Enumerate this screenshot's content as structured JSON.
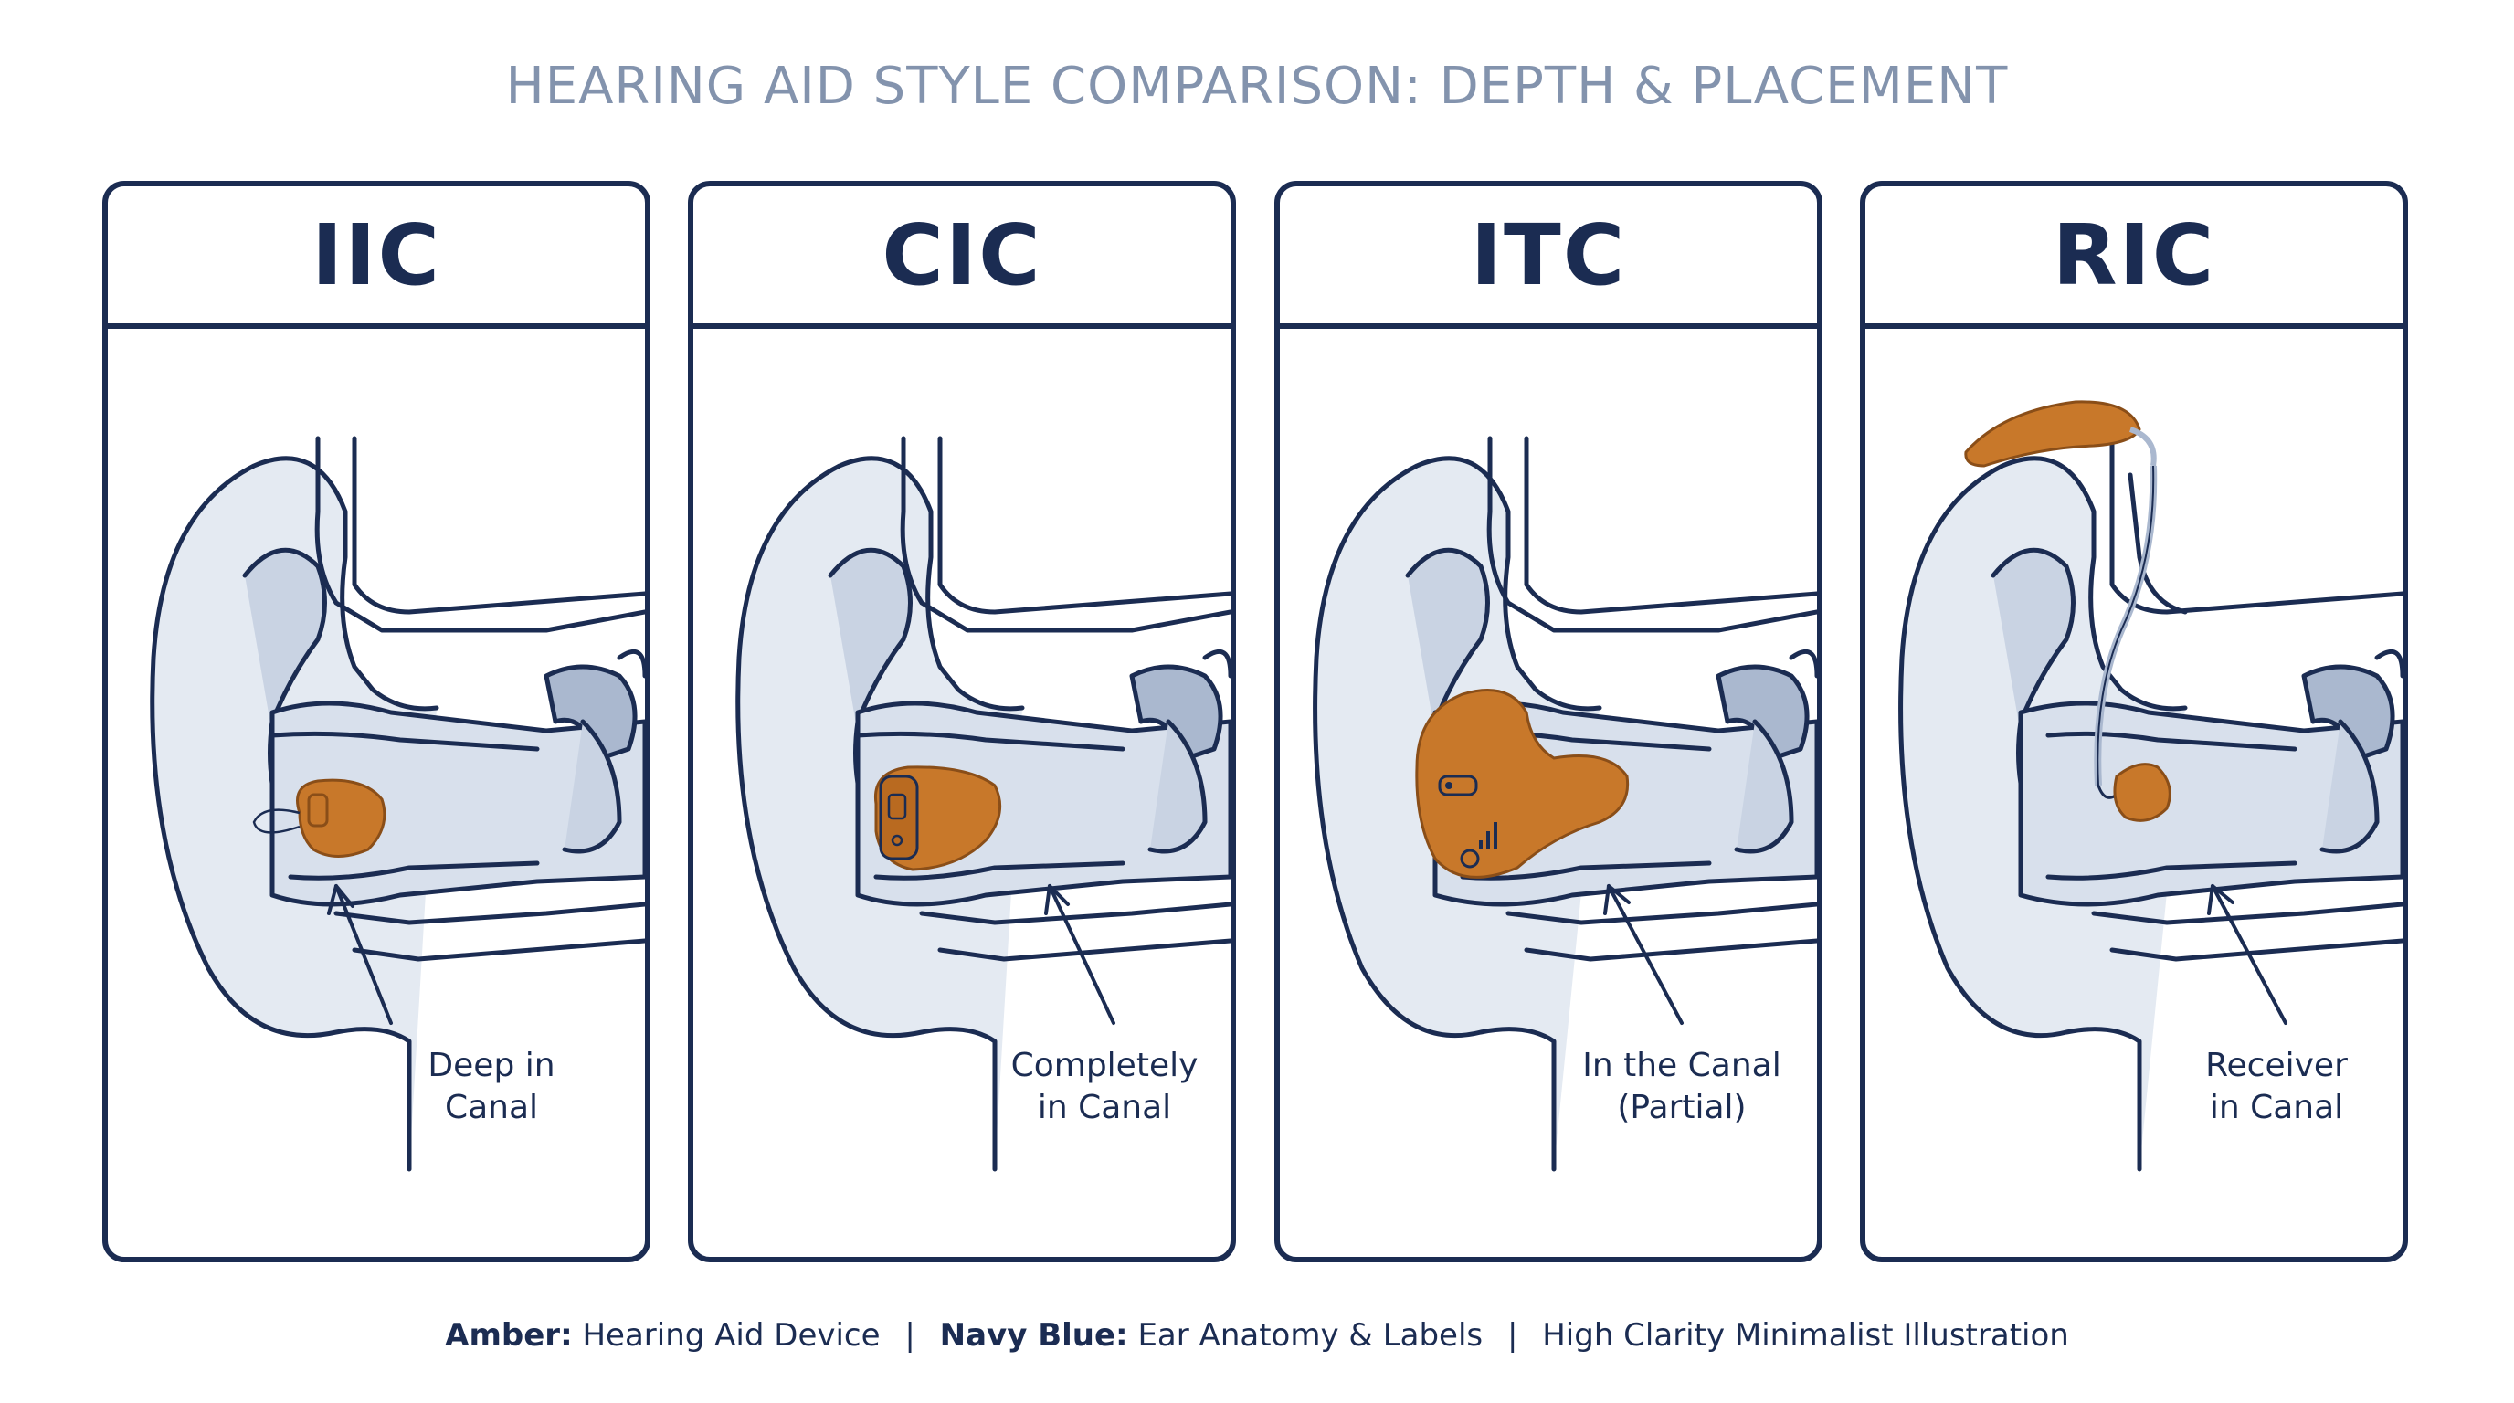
{
  "title": "HEARING AID STYLE COMPARISON: DEPTH & PLACEMENT",
  "panels": [
    {
      "name": "IIC",
      "label_line1": "Deep in",
      "label_line2": "Canal"
    },
    {
      "name": "CIC",
      "label_line1": "Completely",
      "label_line2": "in Canal"
    },
    {
      "name": "ITC",
      "label_line1": "In the Canal",
      "label_line2": "(Partial)"
    },
    {
      "name": "RIC",
      "label_line1": "Receiver",
      "label_line2": "in Canal"
    }
  ],
  "legend": {
    "amber_key": "Amber:",
    "amber_text": "Hearing Aid Device",
    "navy_key": "Navy Blue:",
    "navy_text": "Ear Anatomy & Labels",
    "style_text": "High Clarity Minimalist Illustration",
    "separator": "|"
  },
  "colors": {
    "navy": "#1b2c52",
    "amber": "#c8782a",
    "anatomy_fill": "#d8e0ec",
    "title_gray": "#8393ad"
  },
  "icons": [
    "ear-anatomy-icon",
    "hearing-aid-device-icon",
    "arrow-icon",
    "receiver-wire-icon"
  ]
}
